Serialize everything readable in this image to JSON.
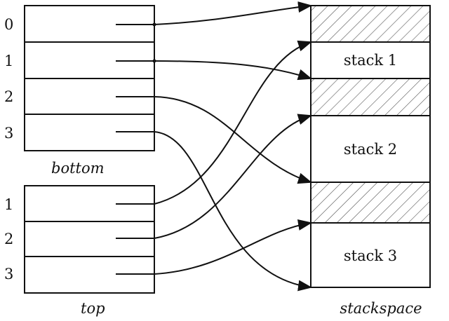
{
  "bottom": {
    "label": "bottom",
    "indices": [
      "0",
      "1",
      "2",
      "3"
    ]
  },
  "top": {
    "label": "top",
    "indices": [
      "1",
      "2",
      "3"
    ]
  },
  "stackspace": {
    "label": "stackspace",
    "segments": [
      {
        "type": "hatched",
        "label": ""
      },
      {
        "type": "stack",
        "label": "stack 1"
      },
      {
        "type": "hatched",
        "label": ""
      },
      {
        "type": "stack",
        "label": "stack 2"
      },
      {
        "type": "hatched",
        "label": ""
      },
      {
        "type": "stack",
        "label": "stack 3"
      }
    ]
  },
  "colors": {
    "line": "#111111"
  }
}
